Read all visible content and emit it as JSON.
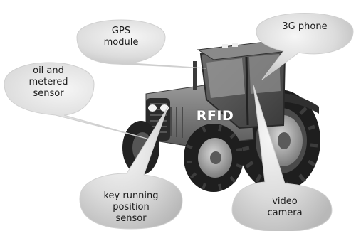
{
  "diagram": {
    "center_label": "RFID",
    "callouts": [
      {
        "id": "gps",
        "text": "GPS\nmodule"
      },
      {
        "id": "phone",
        "text": "3G phone"
      },
      {
        "id": "oil",
        "text": "oil and\nmetered\nsensor"
      },
      {
        "id": "key",
        "text": "key running\nposition\nsensor"
      },
      {
        "id": "video",
        "text": "video\ncamera"
      }
    ],
    "colors": {
      "bubble_light": "#f4f4f4",
      "bubble_dark": "#b9b9b9",
      "tractor_body": "#7a7a7a",
      "tractor_dark": "#2b2b2b",
      "tire": "#1e1e1e"
    }
  }
}
